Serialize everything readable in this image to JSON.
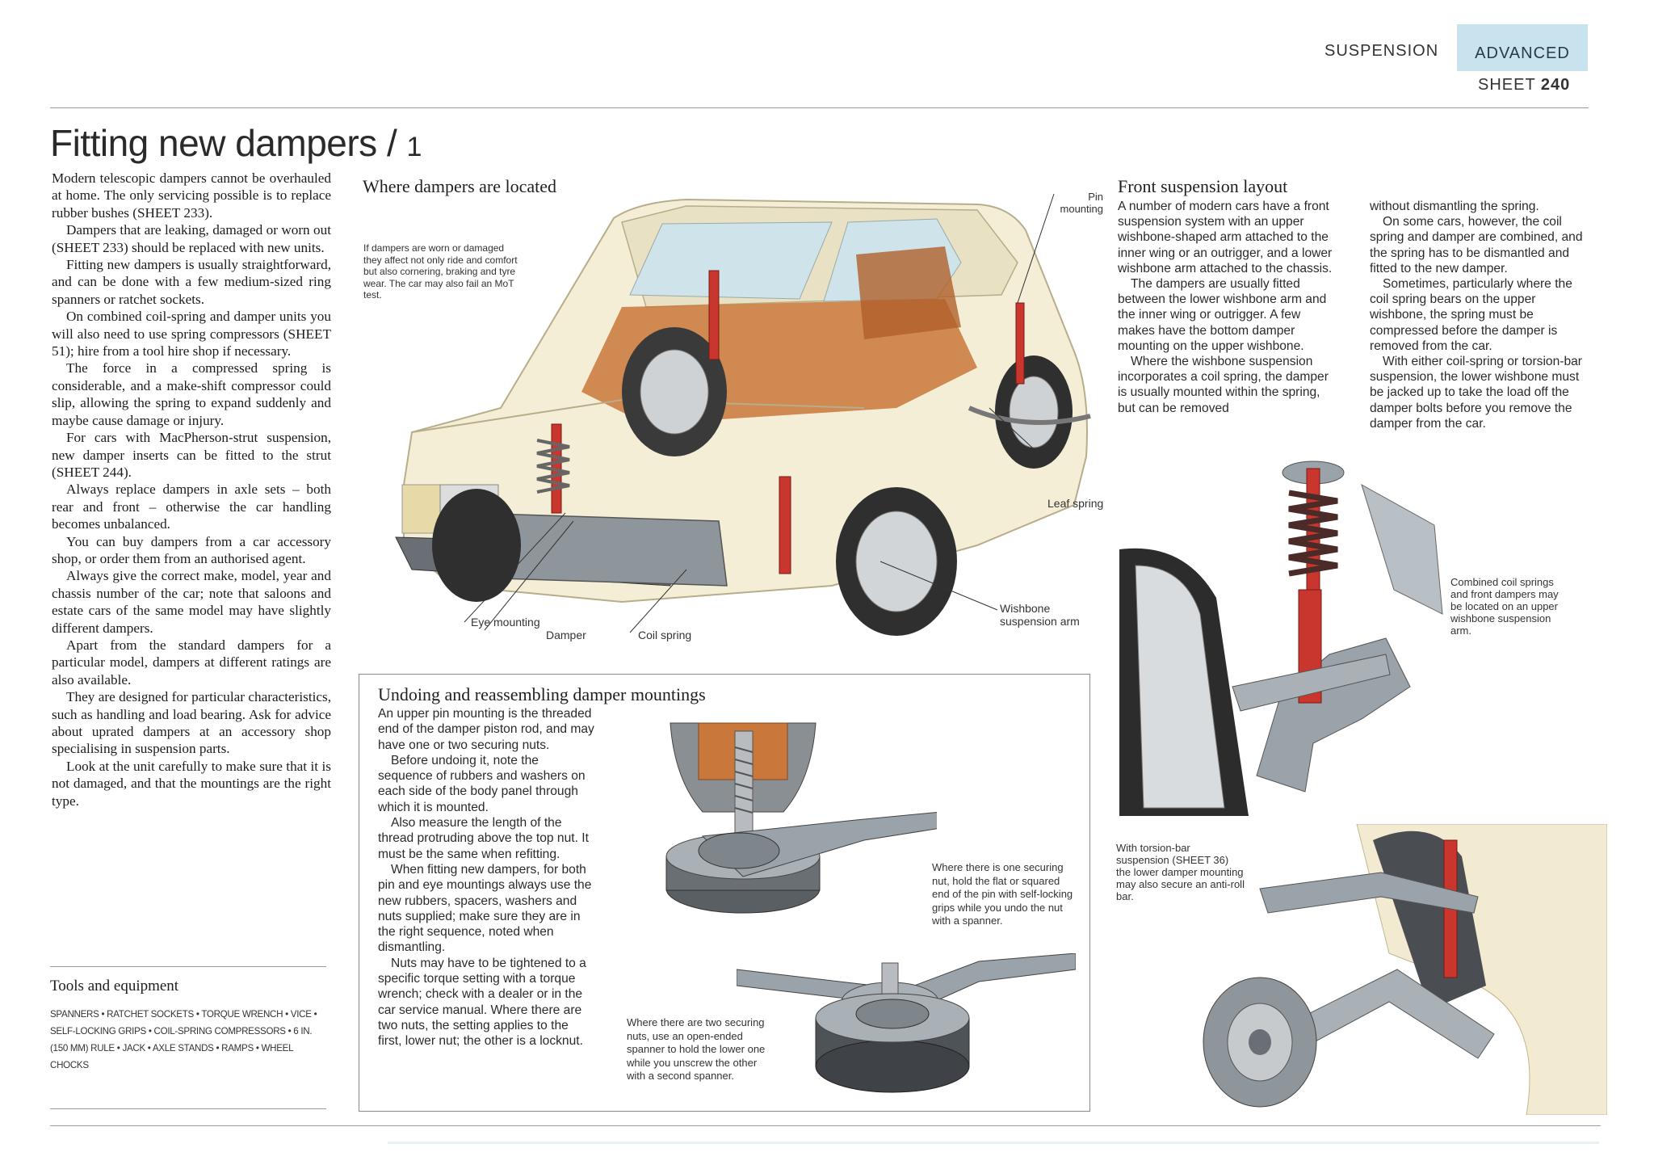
{
  "header": {
    "section": "SUSPENSION",
    "level": "ADVANCED",
    "sheet_label": "SHEET",
    "sheet_number": "240"
  },
  "title": {
    "main": "Fitting new dampers",
    "separator": " / ",
    "part": "1"
  },
  "article": {
    "paragraphs": [
      "Modern telescopic dampers cannot be overhauled at home. The only servicing possible is to replace rubber bushes (SHEET 233).",
      "Dampers that are leaking, damaged or worn out (SHEET 233) should be replaced with new units.",
      "Fitting new dampers is usually straightforward, and can be done with a few medium-sized ring spanners or ratchet sockets.",
      "On combined coil-spring and damper units you will also need to use spring compressors (SHEET 51); hire from a tool hire shop if necessary.",
      "The force in a compressed spring is considerable, and a make-shift compressor could slip, allowing the spring to expand suddenly and maybe cause damage or injury.",
      "For cars with MacPherson-strut suspension, new damper inserts can be fitted to the strut (SHEET 244).",
      "Always replace dampers in axle sets – both rear and front – otherwise the car handling becomes unbalanced.",
      "You can buy dampers from a car accessory shop, or order them from an authorised agent.",
      "Always give the correct make, model, year and chassis number of the car; note that saloons and estate cars of the same model may have slightly different dampers.",
      "Apart from the standard dampers for a particular model, dampers at different ratings are also available.",
      "They are designed for particular characteristics, such as handling and load bearing. Ask for advice about uprated dampers at an accessory shop specialising in suspension parts.",
      "Look at the unit carefully to make sure that it is not damaged, and that the mountings are the right type."
    ]
  },
  "tools": {
    "heading": "Tools and equipment",
    "items": "SPANNERS • RATCHET SOCKETS • TORQUE WRENCH • VICE • SELF-LOCKING GRIPS • COIL-SPRING COMPRESSORS • 6 IN. (150 MM) RULE • JACK • AXLE STANDS • RAMPS • WHEEL CHOCKS"
  },
  "location_section": {
    "heading": "Where dampers are located",
    "caption": "If dampers are worn or damaged they affect not only ride and comfort but also cornering, braking and tyre wear. The car may also fail an MoT test.",
    "labels": {
      "pin_mounting": "Pin mounting",
      "leaf_spring": "Leaf spring",
      "wishbone": "Wishbone suspension arm",
      "eye_mounting": "Eye mounting",
      "damper": "Damper",
      "coil_spring": "Coil spring"
    }
  },
  "front_section": {
    "heading": "Front suspension layout",
    "col1": [
      "A number of modern cars have a front suspension system with an upper wishbone-shaped arm attached to the inner wing or an outrigger, and a lower wishbone arm attached to the chassis.",
      "The dampers are usually fitted between the lower wishbone arm and the inner wing or outrigger. A few makes have the bottom damper mounting on the upper wishbone.",
      "Where the wishbone suspension incorporates a coil spring, the damper is usually mounted within the spring, but can be removed"
    ],
    "col2": [
      "without dismantling the spring.",
      "On some cars, however, the coil spring and damper are combined, and the spring has to be dismantled and fitted to the new damper.",
      "Sometimes, particularly where the coil spring bears on the upper wishbone, the spring must be compressed before the damper is removed from the car.",
      "With either coil-spring or torsion-bar suspension, the lower wishbone must be jacked up to take the load off the damper bolts before you remove the damper from the car."
    ],
    "caption_coil": "Combined coil springs and front dampers may be located on an upper wishbone suspension arm.",
    "caption_torsion": "With torsion-bar suspension (SHEET 36) the lower damper mounting may also secure an anti-roll bar."
  },
  "undo_section": {
    "heading": "Undoing and reassembling damper mountings",
    "paragraphs": [
      "An upper pin mounting is the threaded end of the damper piston rod, and may have one or two securing nuts.",
      "Before undoing it, note the sequence of rubbers and washers on each side of the body panel through which it is mounted.",
      "Also measure the length of the thread protruding above the top nut. It must be the same when refitting.",
      "When fitting new dampers, for both pin and eye mountings always use the new rubbers, spacers, washers and nuts supplied; make sure they are in the right sequence, noted when dismantling.",
      "Nuts may have to be tightened to a specific torque setting with a torque wrench; check with a dealer or in the car service manual. Where there are two nuts, the setting applies to the first, lower nut; the other is a locknut."
    ],
    "caption_one_nut": "Where there is one securing nut, hold the flat or squared end of the pin with self-locking grips while you undo the nut with a spanner.",
    "caption_two_nuts": "Where there are two securing nuts, use an open-ended spanner to hold the lower one while you unscrew the other with a second spanner."
  },
  "colors": {
    "tab_bg": "#c9e3ee",
    "car_body": "#f5eed6",
    "damper_red": "#c8362d",
    "interior": "#c9773a",
    "metal": "#9aa3aa"
  }
}
